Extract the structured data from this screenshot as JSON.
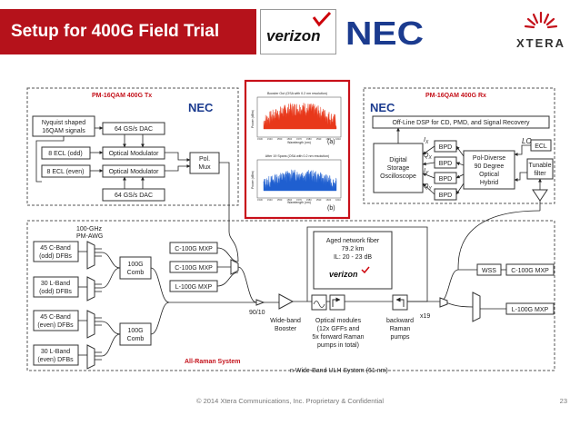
{
  "slide": {
    "title": "Setup for 400G Field Trial",
    "footer": "© 2014 Xtera Communications, Inc. Proprietary & Confidential",
    "page_number": "23"
  },
  "logos": {
    "verizon": "verizon",
    "nec": "NEC",
    "xtera": "XTERA"
  },
  "tx": {
    "title": "PM-16QAM 400G Tx",
    "nyquist": [
      "Nyquist shaped",
      "16QAM signals"
    ],
    "dac_top": "64 GS/s DAC",
    "dac_bottom": "64 GS/s DAC",
    "ecl_odd": "8 ECL (odd)",
    "ecl_even": "8 ECL (even)",
    "mod1": "Optical Modulator",
    "mod2": "Optical Modulator",
    "polmux": [
      "Pol.",
      "Mux"
    ]
  },
  "rx": {
    "title": "PM-16QAM 400G Rx",
    "dsp": "Off-Line DSP for CD, PMD, and Signal Recovery",
    "scope": [
      "Digital",
      "Storage",
      "Oscilloscope"
    ],
    "bpd": "BPD",
    "pol_labels": [
      "I",
      "Q",
      "I",
      "Q"
    ],
    "pol_subs": [
      "X",
      "X",
      "Y",
      "Y"
    ],
    "hybrid": [
      "Pol-Diverse",
      "90 Degree",
      "Optical",
      "Hybrid"
    ],
    "lo": "LO",
    "ecl": "ECL",
    "tunable": [
      "Tunable",
      "filter"
    ]
  },
  "spectra": {
    "top_title": "Booster Out (OSA with 0.2 nm resolution)",
    "bottom_title": "After 19 Spans (OSA with 0.2 nm resolution)",
    "label_a": "(a)",
    "label_b": "(b)",
    "xlabel": "Wavelength (nm)",
    "ylabel": "Power (dBm)",
    "x_ticks": [
      "1530",
      "1540",
      "1550",
      "1560",
      "1570",
      "1580",
      "1590",
      "1600",
      "1610"
    ]
  },
  "system": {
    "pm_awg": [
      "100-GHz",
      "PM-AWG"
    ],
    "dfb1": [
      "45 C-Band",
      "(odd) DFBs"
    ],
    "dfb2": [
      "30 L-Band",
      "(odd) DFBs"
    ],
    "dfb3": [
      "45 C-Band",
      "(even) DFBs"
    ],
    "dfb4": [
      "30 L-Band",
      "(even) DFBs"
    ],
    "comb1": [
      "100G",
      "Comb"
    ],
    "comb2": [
      "100G",
      "Comb"
    ],
    "mxp1": "C-100G MXP",
    "mxp2": "C-100G MXP",
    "mxp3": "L-100G MXP",
    "split": "90/10",
    "booster": [
      "Wide-band",
      "Booster"
    ],
    "fiber": [
      "Aged network fiber",
      "79.2 km",
      "IL: 20 - 23 dB"
    ],
    "optmod": [
      "Optical modules",
      "(12x GFFs and",
      "5x forward Raman",
      "pumps in total)"
    ],
    "backward": [
      "backward",
      "Raman",
      "pumps"
    ],
    "x19": "x19",
    "wss": "WSS",
    "rx_mxp1": "C-100G MXP",
    "rx_mxp2": "L-100G MXP",
    "raman_system": "All-Raman System",
    "ulh_caption": "n Wide-Band ULH System (61 nm)"
  },
  "colors": {
    "brand_red": "#b5121b",
    "verizon_red": "#cd040b",
    "nec_blue": "#1b3b8f",
    "spectrum_red": "#e8381a",
    "spectrum_blue": "#1f5fd0"
  }
}
